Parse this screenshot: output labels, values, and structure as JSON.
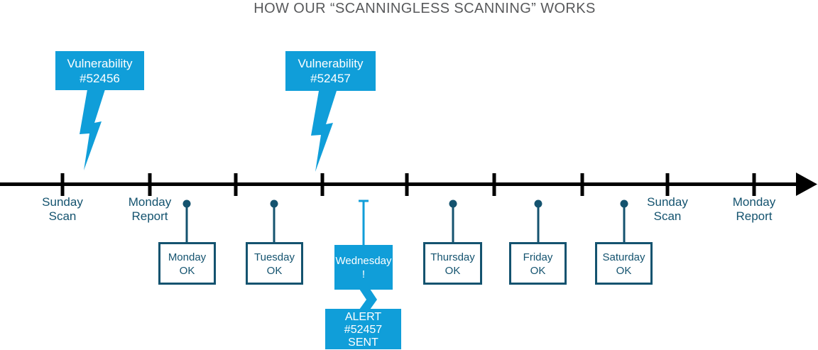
{
  "title": "HOW OUR “SCANNINGLESS SCANNING” WORKS",
  "colors": {
    "accent_blue": "#109ED9",
    "dark_teal": "#14536F",
    "title_gray": "#58595B",
    "timeline_black": "#000000"
  },
  "icons": {
    "vulnerability_strike": "lightning-bolt-icon",
    "timeline_end": "arrow-right-icon",
    "day_marker": "dot-icon",
    "alert_marker": "flag-pole-icon"
  },
  "vulnerabilities": [
    {
      "line1": "Vulnerability",
      "line2": "#52456"
    },
    {
      "line1": "Vulnerability",
      "line2": "#52457"
    }
  ],
  "timeline_labels": [
    {
      "line1": "Sunday",
      "line2": "Scan"
    },
    {
      "line1": "Monday",
      "line2": "Report"
    },
    {
      "line1": "Sunday",
      "line2": "Scan"
    },
    {
      "line1": "Monday",
      "line2": "Report"
    }
  ],
  "days": [
    {
      "name": "Monday",
      "status": "OK"
    },
    {
      "name": "Tuesday",
      "status": "OK"
    },
    {
      "name": "Wednesday",
      "status": "!"
    },
    {
      "name": "Thursday",
      "status": "OK"
    },
    {
      "name": "Friday",
      "status": "OK"
    },
    {
      "name": "Saturday",
      "status": "OK"
    }
  ],
  "alert_box": {
    "line1": "ALERT",
    "line2": "#52457",
    "line3": "SENT"
  }
}
